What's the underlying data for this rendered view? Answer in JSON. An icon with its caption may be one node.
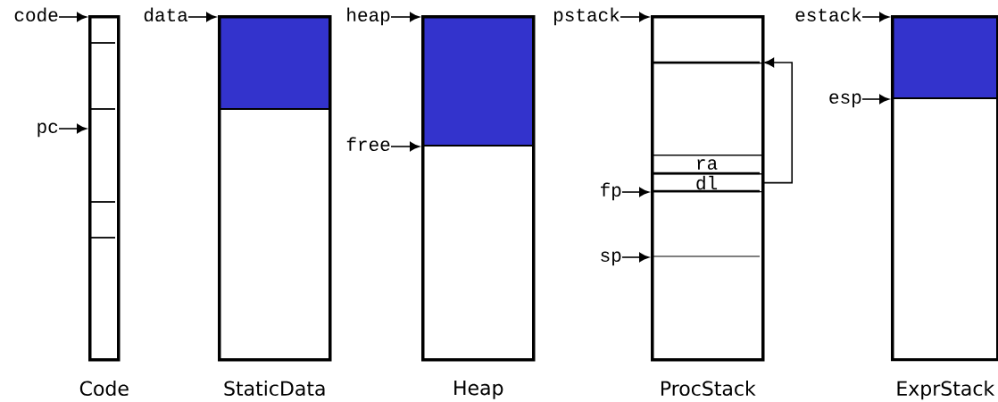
{
  "diagram": {
    "nodes": [
      {
        "text": [
          "code"
        ]
      },
      {
        "text": [
          "Code"
        ]
      },
      {
        "text": [
          "pc"
        ]
      },
      {
        "text": [
          "data"
        ]
      },
      {
        "text": [
          "StaticData"
        ]
      },
      {
        "text": [
          "heap"
        ]
      },
      {
        "text": [
          "Heap"
        ]
      },
      {
        "text": [
          "free"
        ]
      },
      {
        "text": [
          "pstack"
        ]
      },
      {
        "text": [
          "ProcStack"
        ]
      },
      {
        "text": [],
        "shape": "box",
        "in": 9
      },
      {
        "text": [
          "ra"
        ],
        "in": 9
      },
      {
        "text": [
          "dl"
        ],
        "in": 9
      },
      {
        "text": [
          "fp"
        ]
      },
      {
        "text": [
          "sp"
        ]
      },
      {
        "text": [
          "estack"
        ]
      },
      {
        "text": [
          "ExprStack"
        ]
      },
      {
        "text": [
          "esp"
        ]
      }
    ],
    "edges": [
      {
        "from": 0,
        "to": 1,
        "arrow": "to"
      },
      {
        "from": 2,
        "to": 1,
        "arrow": "to"
      },
      {
        "from": 3,
        "to": 4,
        "arrow": "to"
      },
      {
        "from": 5,
        "to": 6,
        "arrow": "to"
      },
      {
        "from": 7,
        "to": 6,
        "arrow": "to"
      },
      {
        "from": 8,
        "to": 9,
        "arrow": "to"
      },
      {
        "from": 12,
        "to": 10,
        "arrow": "to"
      },
      {
        "from": 13,
        "to": 9,
        "arrow": "to"
      },
      {
        "from": 14,
        "to": 9,
        "arrow": "to"
      },
      {
        "from": 15,
        "to": 16,
        "arrow": "to"
      },
      {
        "from": 17,
        "to": 16,
        "arrow": "to"
      }
    ]
  }
}
